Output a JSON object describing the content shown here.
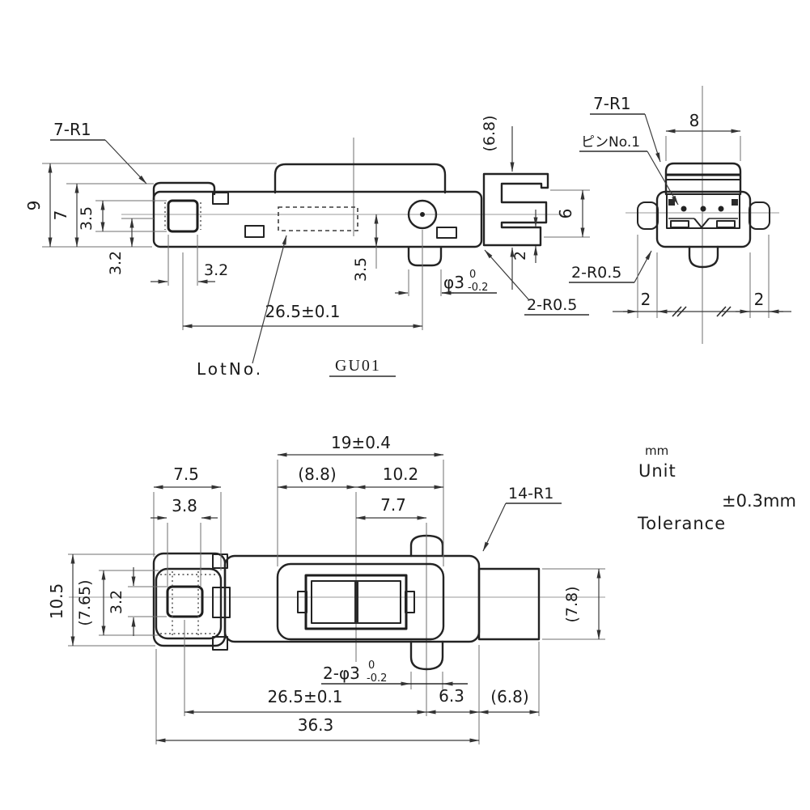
{
  "notes": {
    "unit_value": "mm",
    "unit_label": "Unit",
    "tolerance_value": "±0.3mm",
    "tolerance_label": "Tolerance",
    "lot_label": "LotNo.",
    "lot_value": "GU01"
  },
  "side_view": {
    "radius_callout": "7-R1",
    "clip_radius_callout": "2-R0.5",
    "dims": {
      "overall_height": "9",
      "body_height": "7",
      "hole_height": "3.5",
      "lower_height": "3.2",
      "hole_width": "3.2",
      "center_to_bottom": "3.5",
      "boss_dia": "φ3",
      "boss_tol_hi": "0",
      "boss_tol_lo": "-0.2",
      "hole_to_boss": "26.5±0.1",
      "clip_height": "(6.8)",
      "clip_inner": "6",
      "clip_thickness": "2"
    }
  },
  "end_view": {
    "radius_callout": "7-R1",
    "pin_callout": "ピンNo.1",
    "tab_radius_callout": "2-R0.5",
    "dims": {
      "top_width": "8",
      "side_left": "2",
      "side_right": "2"
    }
  },
  "top_view": {
    "radius_callout": "14-R1",
    "boss_callout": "2-φ3",
    "boss_tol_hi": "0",
    "boss_tol_lo": "-0.2",
    "dims": {
      "recess_width": "19±0.4",
      "recess_left": "(8.8)",
      "recess_right": "10.2",
      "center_to_boss": "7.7",
      "cap_width": "7.5",
      "hole_width": "3.8",
      "overall_height": "10.5",
      "cap_height": "(7.65)",
      "hole_height": "3.2",
      "block_height": "(7.8)",
      "hole_to_boss": "26.5±0.1",
      "boss_to_end": "6.3",
      "block_length": "(6.8)",
      "overall_length": "36.3"
    }
  }
}
